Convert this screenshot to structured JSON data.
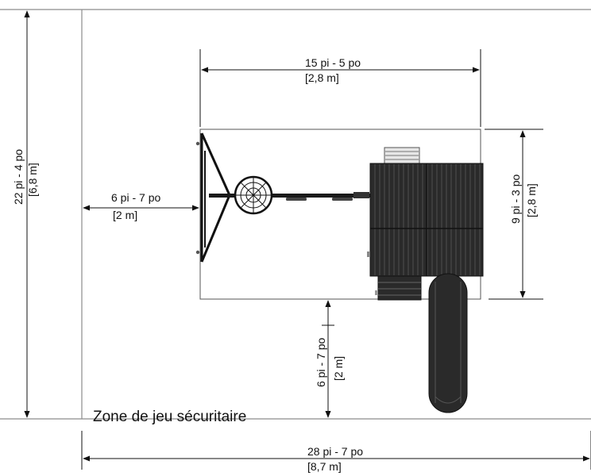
{
  "diagram": {
    "zone_label": "Zone de jeu sécuritaire",
    "dimensions": {
      "top_width": {
        "primary": "15 pi - 5 po",
        "secondary": "[2,8 m]"
      },
      "total_width": {
        "primary": "28 pi - 7 po",
        "secondary": "[8,7 m]"
      },
      "total_height": {
        "primary": "22 pi - 4 po",
        "secondary": "[6,8 m]"
      },
      "structure_height": {
        "primary": "9 pi - 3 po",
        "secondary": "[2,8 m]"
      },
      "left_clearance": {
        "primary": "6 pi - 7 po",
        "secondary": "[2 m]"
      },
      "bottom_clearance": {
        "primary": "6 pi - 7 po",
        "secondary": "[2 m]"
      }
    }
  },
  "colors": {
    "line": "#111111",
    "zone_border": "#8c8c8c",
    "structure_dark": "#2a2a2a",
    "roof_lines": "#5a5a5a"
  }
}
